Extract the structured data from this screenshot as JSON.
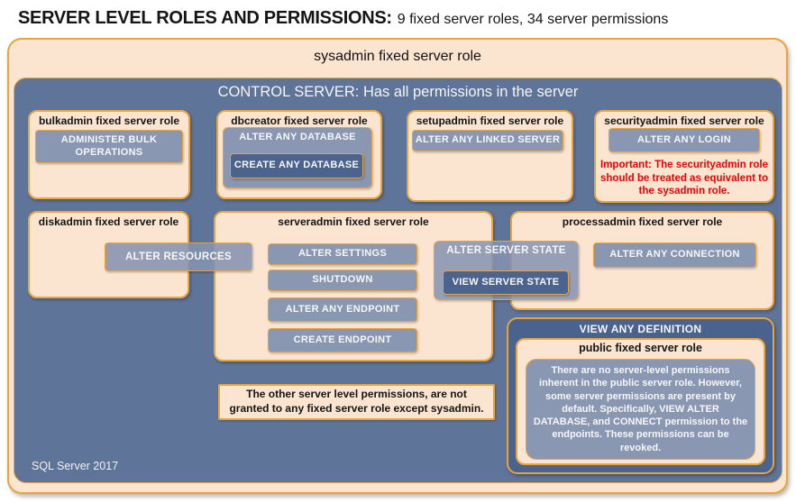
{
  "page_title": {
    "main": "SERVER LEVEL ROLES AND PERMISSIONS:",
    "sub": "9 fixed server roles, 34 server permissions"
  },
  "sysadmin_label": "sysadmin fixed server role",
  "control_server_label": "CONTROL SERVER: Has all permissions in the server",
  "roles": {
    "bulkadmin": {
      "title": "bulkadmin fixed server role",
      "permission": "ADMINISTER BULK OPERATIONS"
    },
    "dbcreator": {
      "title": "dbcreator fixed server role",
      "permission_outer": "ALTER ANY DATABASE",
      "permission_inner": "CREATE ANY DATABASE"
    },
    "setupadmin": {
      "title": "setupadmin fixed server role",
      "permission": "ALTER ANY LINKED SERVER"
    },
    "securityadmin": {
      "title": "securityadmin fixed server role",
      "permission": "ALTER ANY LOGIN",
      "warning": "Important: The securityadmin role should be treated as equivalent to the sysadmin role."
    },
    "diskadmin": {
      "title": "diskadmin fixed server role",
      "permission": "ALTER RESOURCES"
    },
    "serveradmin": {
      "title": "serveradmin fixed server role",
      "permissions": [
        "ALTER SETTINGS",
        "SHUTDOWN",
        "ALTER ANY ENDPOINT",
        "CREATE ENDPOINT"
      ],
      "permission_outer": "ALTER SERVER STATE",
      "permission_inner": "VIEW SERVER STATE"
    },
    "processadmin": {
      "title": "processadmin fixed server role",
      "permission": "ALTER ANY CONNECTION"
    },
    "public": {
      "container_permission": "VIEW ANY DEFINITION",
      "title": "public fixed server role",
      "description": "There are no server-level permissions inherent in the public server role. However, some server permissions are present by default. Specifically, VIEW ALTER DATABASE, and CONNECT permission to the endpoints. These permissions can be revoked."
    }
  },
  "footnote": "The other server level permissions, are not granted to any fixed server role except sysadmin.",
  "footer": "SQL Server 2017",
  "colors": {
    "peach": "#FBE5D1",
    "gold_border": "#E9A43C",
    "slate_blue": "#5F7499",
    "dark_blue": "#4A618C",
    "light_blue_gray": "#8997B3",
    "warning_red": "#EE0000"
  }
}
